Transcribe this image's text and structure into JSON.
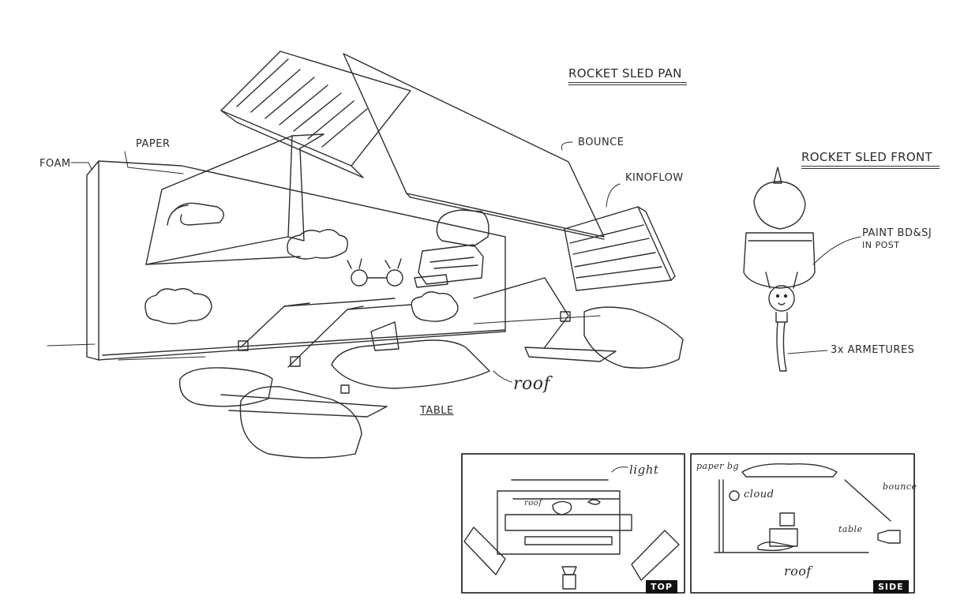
{
  "titles": {
    "pan": "ROCKET SLED PAN",
    "front": "ROCKET SLED FRONT"
  },
  "labels": {
    "foam": "FOAM",
    "paper": "PAPER",
    "bounce": "BOUNCE",
    "kinoflow": "KINOFLOW",
    "roof": "roof",
    "table": "TABLE",
    "paint": "PAINT BD&SJ",
    "in_post": "IN POST",
    "armatures": "3x ARMETURES"
  },
  "panels": {
    "top": {
      "tag": "TOP",
      "light": "light",
      "roof": "roof"
    },
    "side": {
      "tag": "SIDE",
      "paper_bg": "paper bg",
      "cloud": "cloud",
      "bounce": "bounce",
      "table": "table",
      "roof": "roof"
    }
  }
}
